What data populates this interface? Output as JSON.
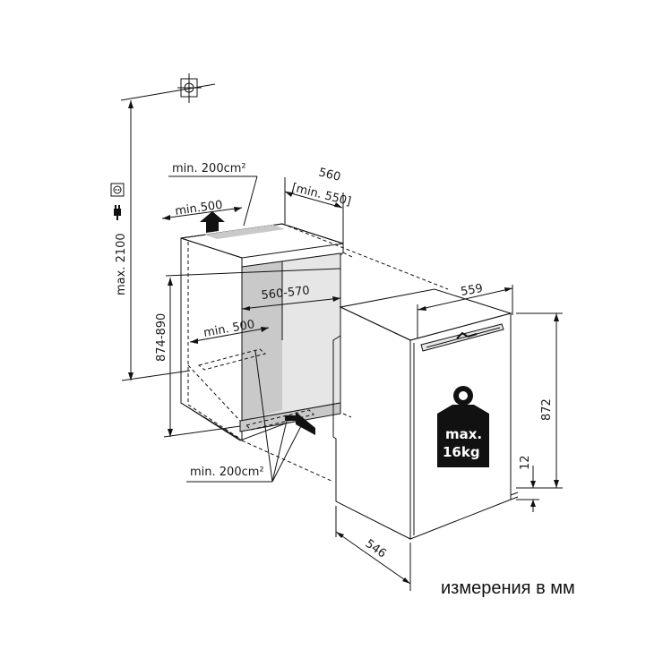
{
  "dimensions": {
    "vent_top_area": "min. 200cm²",
    "niche_depth": "560",
    "niche_depth_min": "[min. 550]",
    "top_opening_depth": "min.500",
    "niche_width": "560-570",
    "niche_height": "874-890",
    "max_total_height": "max. 2100",
    "bottom_opening_depth": "min. 500",
    "vent_bottom_area": "min. 200cm²",
    "appliance_width": "559",
    "appliance_height": "872",
    "plinth_gap": "12",
    "appliance_depth": "546"
  },
  "weight_label": {
    "line1": "max.",
    "line2": "16kg"
  },
  "caption": "измерения в мм",
  "icons": [
    "crosshair-icon",
    "socket-icon",
    "plug-icon",
    "weight-icon",
    "arrow-up-icon",
    "arrow-in-icon"
  ]
}
